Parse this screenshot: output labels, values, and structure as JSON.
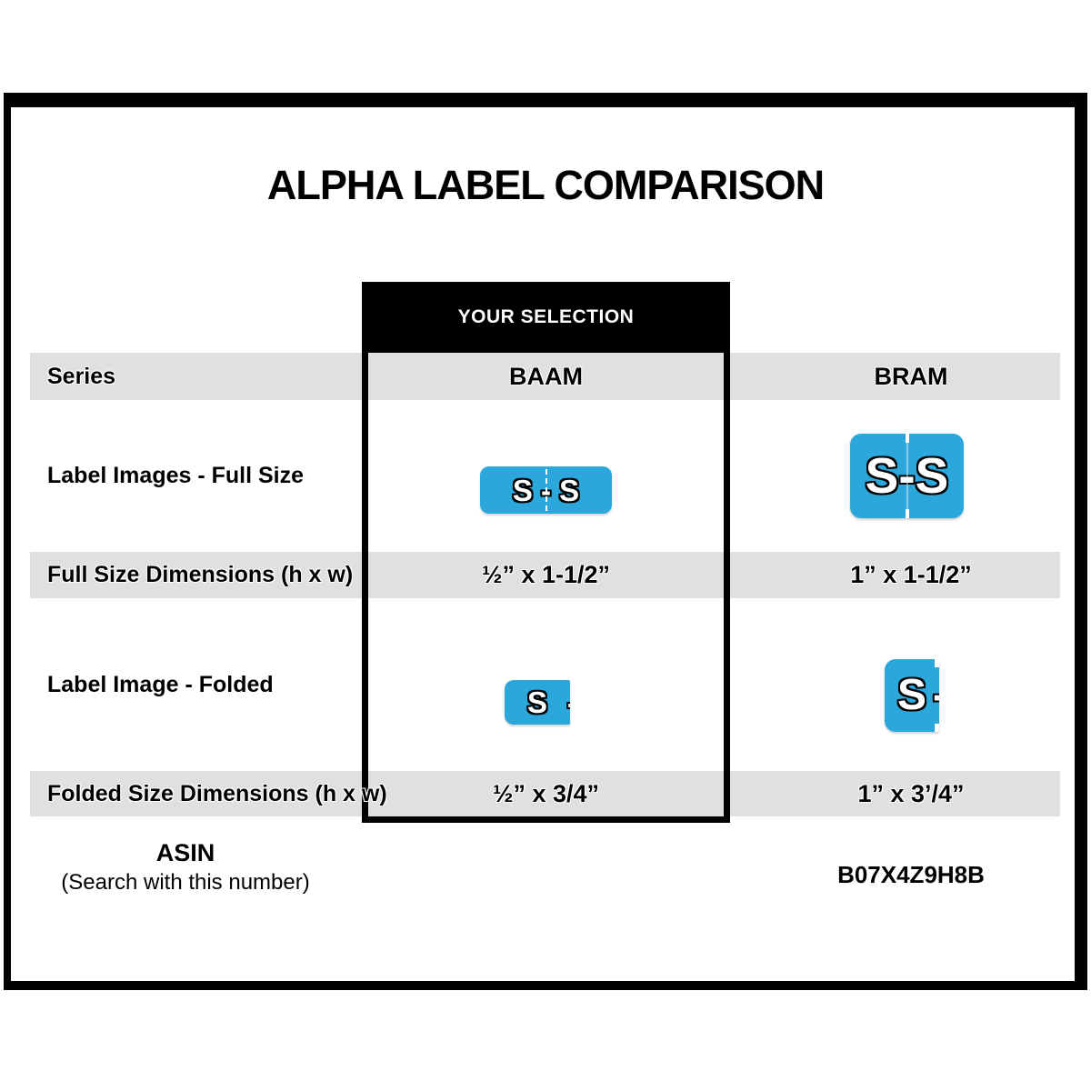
{
  "page": {
    "title": "ALPHA LABEL COMPARISON"
  },
  "table": {
    "selection_banner": "YOUR SELECTION",
    "series_row": {
      "label": "Series",
      "selected": "BAAM",
      "other": "BRAM"
    },
    "full_size_images_row": {
      "label": "Label Images - Full Size"
    },
    "full_size_dims_row": {
      "label": "Full Size Dimensions  (h x w)",
      "selected": "½” x 1-1/2”",
      "other": "1” x 1-1/2”"
    },
    "folded_image_row": {
      "label": "Label Image - Folded"
    },
    "folded_dims_row": {
      "label": "Folded Size Dimensions (h x w)",
      "selected": "½” x 3/4”",
      "other": "1” x 3’/4”"
    },
    "asin_row": {
      "label": "ASIN",
      "sublabel": "(Search with this number)",
      "other": "B07X4Z9H8B"
    }
  },
  "label_art": {
    "selected_full_text": "S - S",
    "other_full_text": "S-S",
    "folded_letter": "S",
    "folded_dash": "-"
  },
  "colors": {
    "label_blue": "#2BA7DB",
    "band_gray": "#e0e0e0",
    "frame_black": "#000000"
  }
}
